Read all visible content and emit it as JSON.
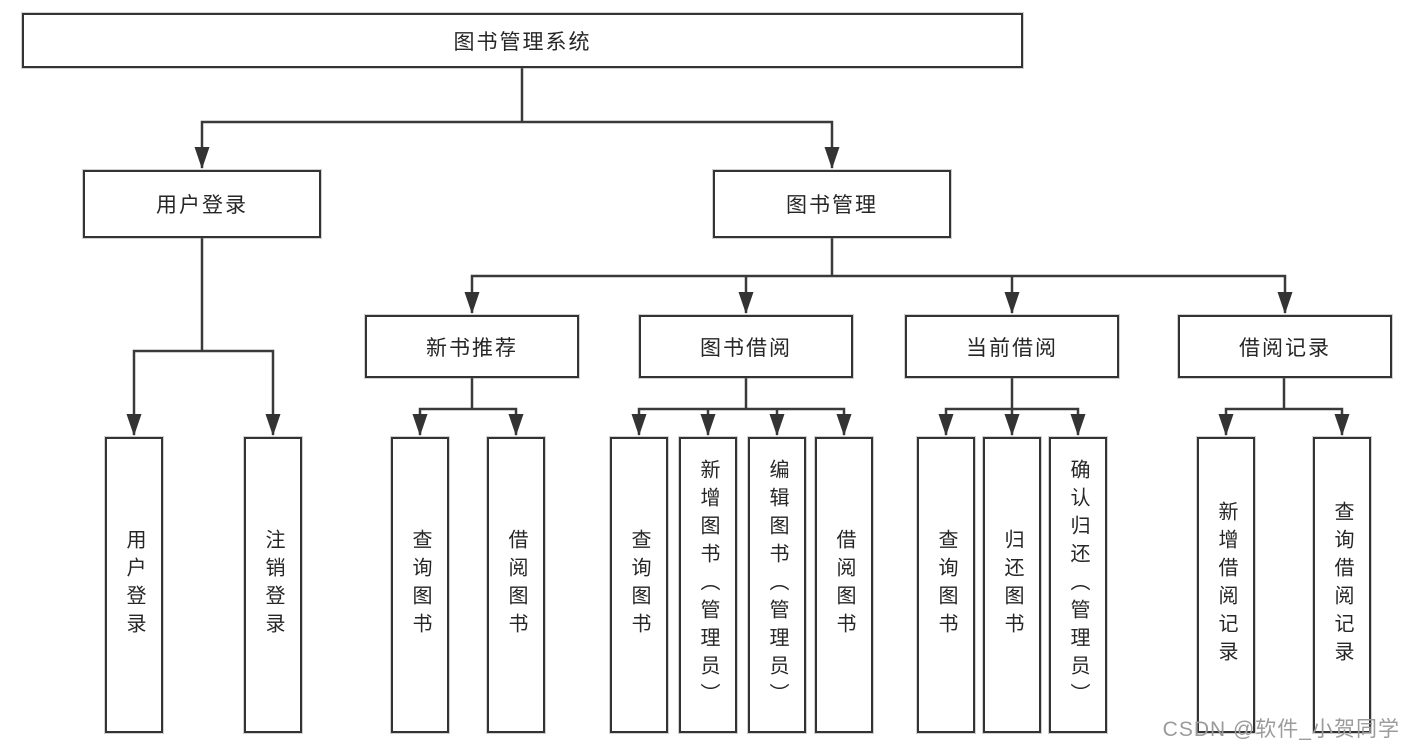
{
  "diagram": {
    "title": "图书管理系统",
    "level2": {
      "user_login": {
        "label": "用户登录",
        "children": [
          {
            "label": "用户登录"
          },
          {
            "label": "注销登录"
          }
        ]
      },
      "book_mgmt": {
        "label": "图书管理"
      }
    },
    "level3": [
      {
        "label": "新书推荐",
        "children": [
          {
            "label": "查询图书"
          },
          {
            "label": "借阅图书"
          }
        ]
      },
      {
        "label": "图书借阅",
        "children": [
          {
            "label": "查询图书"
          },
          {
            "label": "新增图书（管理员）"
          },
          {
            "label": "编辑图书（管理员）"
          },
          {
            "label": "借阅图书"
          }
        ]
      },
      {
        "label": "当前借阅",
        "children": [
          {
            "label": "查询图书"
          },
          {
            "label": "归还图书"
          },
          {
            "label": "确认归还（管理员）"
          }
        ]
      },
      {
        "label": "借阅记录",
        "children": [
          {
            "label": "新增借阅记录"
          },
          {
            "label": "查询借阅记录"
          }
        ]
      }
    ],
    "watermark": "CSDN @软件_小贺同学",
    "colors": {
      "line": "#3a3a3a",
      "box_border": "#333333",
      "background": "#ffffff",
      "watermark": "#9b9b9b"
    }
  }
}
